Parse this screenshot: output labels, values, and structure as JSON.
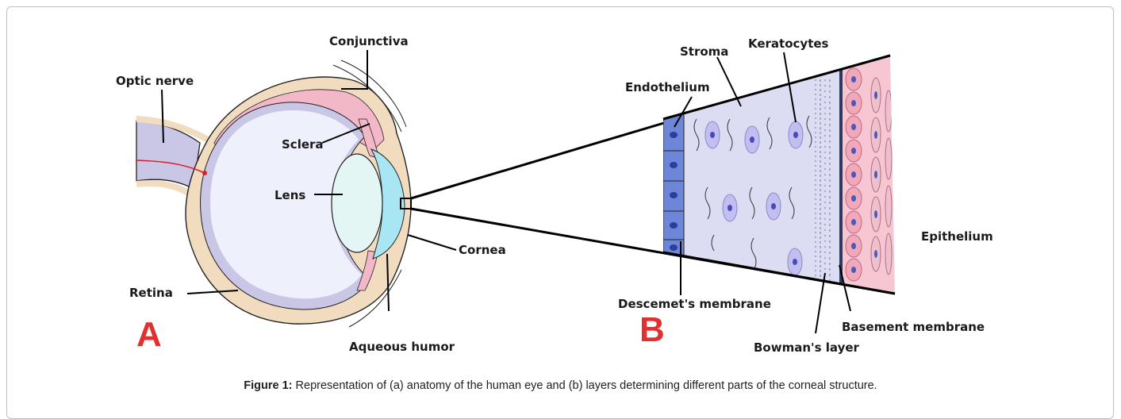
{
  "labels": {
    "optic_nerve": "Optic nerve",
    "conjunctiva": "Conjunctiva",
    "sclera": "Sclera",
    "lens": "Lens",
    "retina": "Retina",
    "cornea": "Cornea",
    "aqueous_humor": "Aqueous humor",
    "stroma": "Stroma",
    "keratocytes": "Keratocytes",
    "endothelium": "Endothelium",
    "epithelium": "Epithelium",
    "descemets_membrane": "Descemet's membrane",
    "basement_membrane": "Basement membrane",
    "bowmans_layer": "Bowman's layer"
  },
  "panel_labels": {
    "a": "A",
    "b": "B"
  },
  "caption": {
    "prefix": "Figure 1:",
    "text": " Representation of (a) anatomy of the human eye and (b) layers determining different parts of the corneal structure."
  },
  "colors": {
    "sclera": "#f1dcc0",
    "choroid": "#f2b8c8",
    "retina_layer": "#c9c6e6",
    "vitreous": "#eef0fb",
    "lens": "#e4f6f4",
    "aqueous": "#a8e6f4",
    "stroma": "#dcdcf2",
    "endothelium": "#6e86d8",
    "epithelium": "#f6c6d2",
    "panel_letter": "#e03030"
  }
}
